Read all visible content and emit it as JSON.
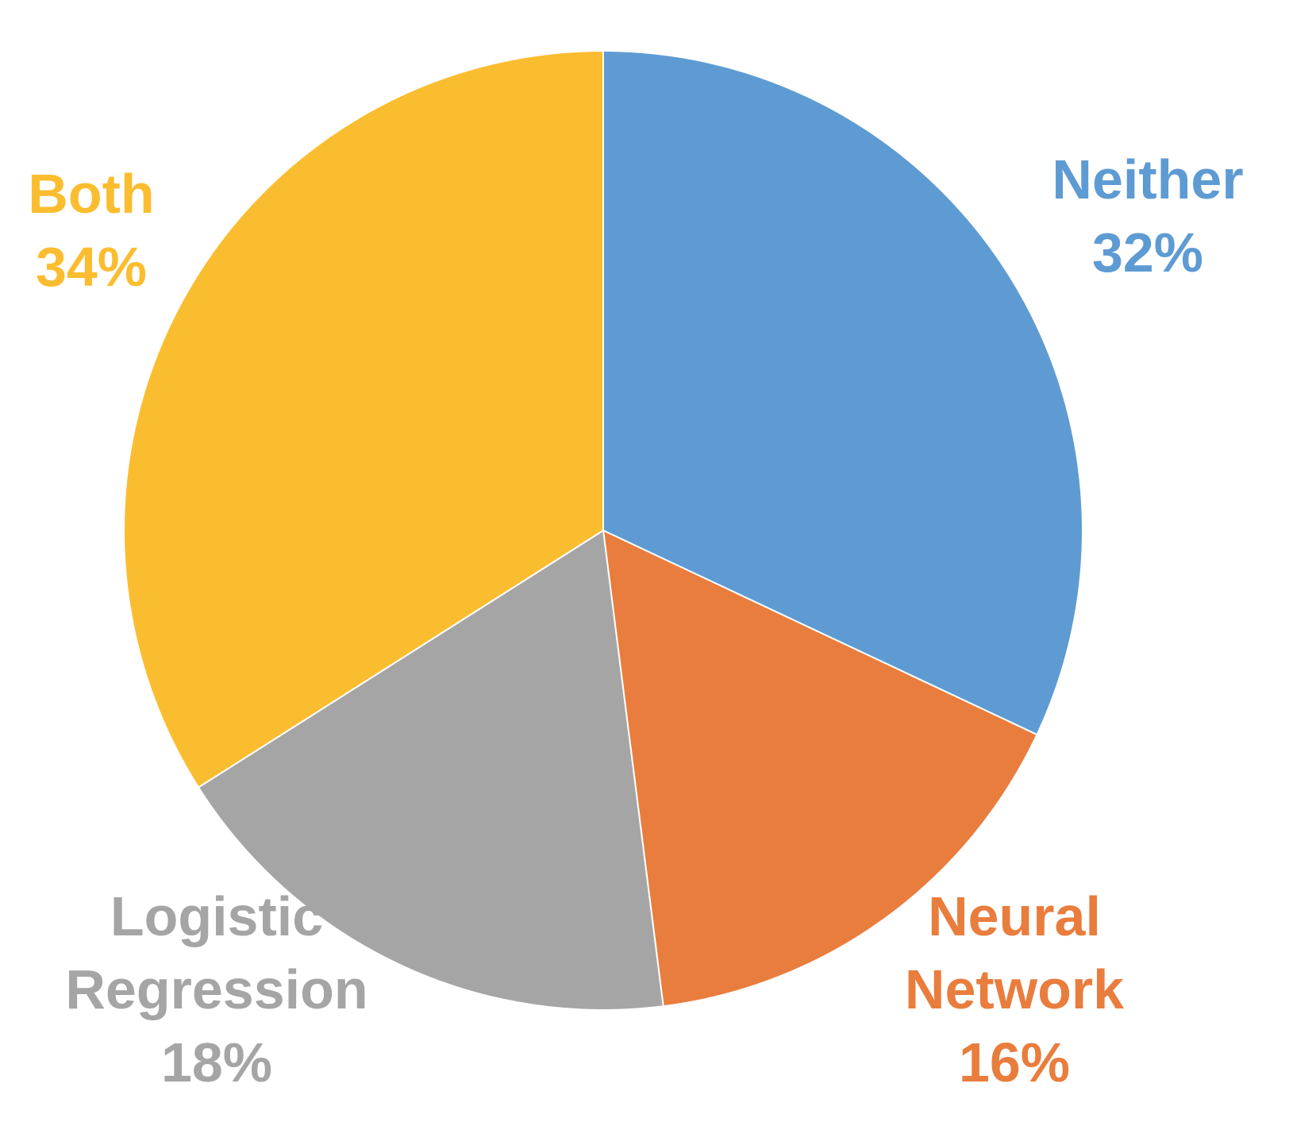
{
  "chart_data": {
    "type": "pie",
    "title": "",
    "slices": [
      {
        "label_lines": [
          "Neither"
        ],
        "percent_label": "32%",
        "value": 32,
        "color": "#5E9BD3"
      },
      {
        "label_lines": [
          "Neural",
          "Network"
        ],
        "percent_label": "16%",
        "value": 16,
        "color": "#E97D3D"
      },
      {
        "label_lines": [
          "Logistic",
          "Regression"
        ],
        "percent_label": "18%",
        "value": 18,
        "color": "#A5A5A5"
      },
      {
        "label_lines": [
          "Both"
        ],
        "percent_label": "34%",
        "value": 34,
        "color": "#FBBD30"
      }
    ],
    "start_angle_deg": 0,
    "direction": "clockwise",
    "legend": "none",
    "data_labels": "outside"
  }
}
